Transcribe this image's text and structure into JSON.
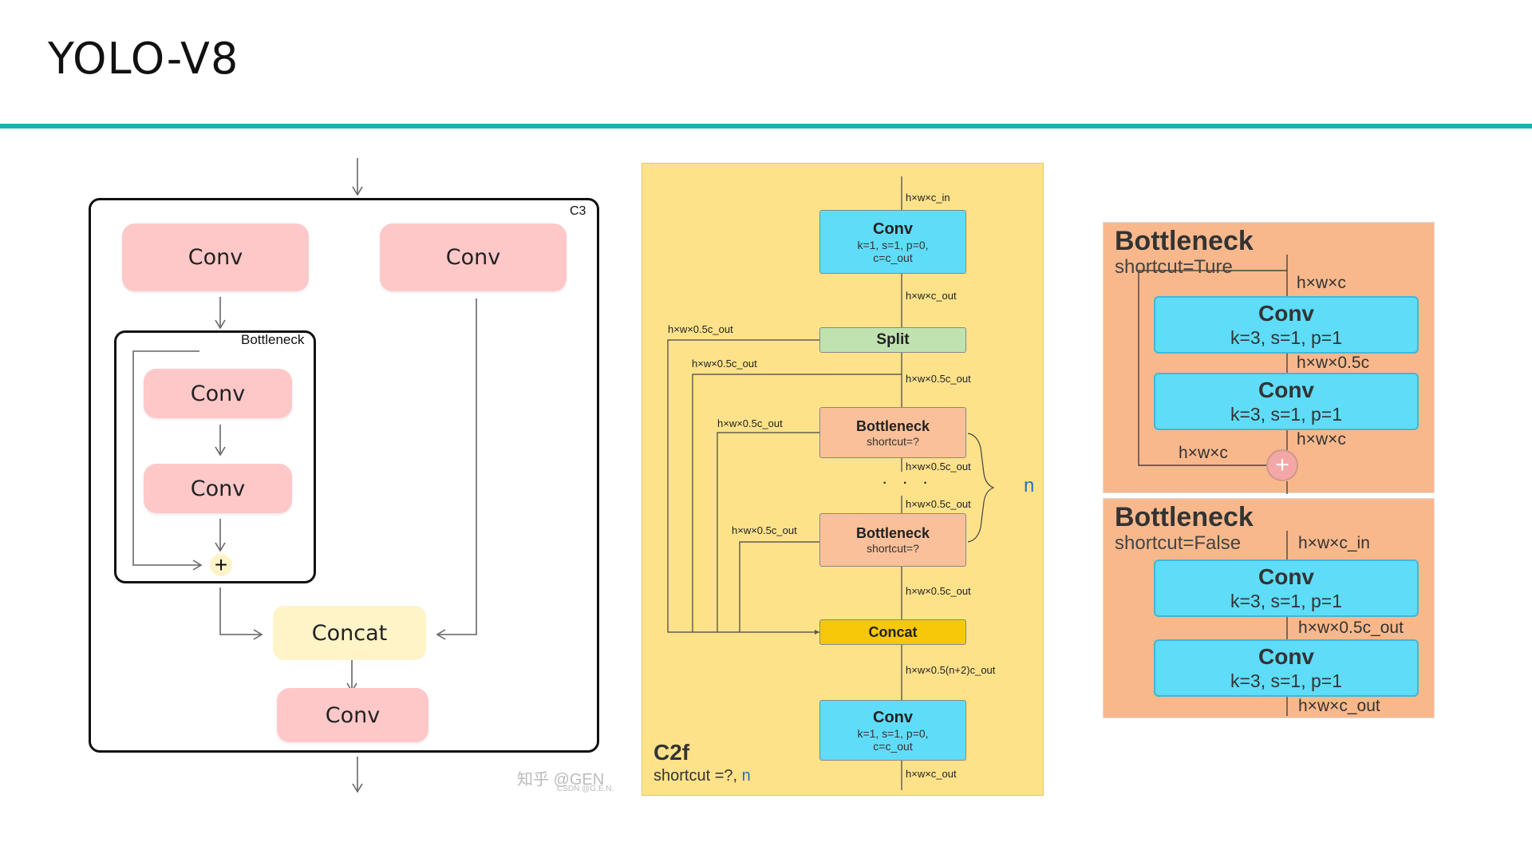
{
  "slide": {
    "title": "YOLO-V8"
  },
  "c3": {
    "label": "C3",
    "conv_left": "Conv",
    "conv_right": "Conv",
    "bottleneck_label": "Bottleneck",
    "bneck_conv1": "Conv",
    "bneck_conv2": "Conv",
    "plus": "+",
    "concat": "Concat",
    "conv_out": "Conv",
    "watermark": "知乎 @GEN",
    "watermark_small": "CSDN @G.E.N."
  },
  "c2f": {
    "name": "C2f",
    "shortcut_text": "shortcut =?, ",
    "n_text": "n",
    "n_label": "n",
    "dots": "· · ·",
    "conv_in": {
      "title": "Conv",
      "line1": "k=1, s=1, p=0,",
      "line2": "c=c_out"
    },
    "split": "Split",
    "bottleneck1": {
      "title": "Bottleneck",
      "sub": "shortcut=?"
    },
    "bottleneck2": {
      "title": "Bottleneck",
      "sub": "shortcut=?"
    },
    "concat": "Concat",
    "conv_out": {
      "title": "Conv",
      "line1": "k=1, s=1, p=0,",
      "line2": "c=c_out"
    },
    "labels": {
      "in": "h×w×c_in",
      "after_conv": "h×w×c_out",
      "split_left": "h×w×0.5c_out",
      "split_left2": "h×w×0.5c_out",
      "after_split": "h×w×0.5c_out",
      "b1_left": "h×w×0.5c_out",
      "after_b1": "h×w×0.5c_out",
      "before_b2": "h×w×0.5c_out",
      "b2_left": "h×w×0.5c_out",
      "after_b2": "h×w×0.5c_out",
      "after_concat": "h×w×0.5(n+2)c_out",
      "out": "h×w×c_out"
    }
  },
  "bottleneck_true": {
    "title": "Bottleneck",
    "shortcut": "shortcut=Ture",
    "lbl_in": "h×w×c",
    "conv1": {
      "title": "Conv",
      "params": "k=3, s=1, p=1"
    },
    "lbl_mid": "h×w×0.5c",
    "conv2": {
      "title": "Conv",
      "params": "k=3, s=1, p=1"
    },
    "lbl_after": "h×w×c",
    "lbl_skip": "h×w×c",
    "plus": "+"
  },
  "bottleneck_false": {
    "title": "Bottleneck",
    "shortcut": "shortcut=False",
    "lbl_in": "h×w×c_in",
    "conv1": {
      "title": "Conv",
      "params": "k=3, s=1, p=1"
    },
    "lbl_mid": "h×w×0.5c_out",
    "conv2": {
      "title": "Conv",
      "params": "k=3, s=1, p=1"
    },
    "lbl_out": "h×w×c_out"
  }
}
